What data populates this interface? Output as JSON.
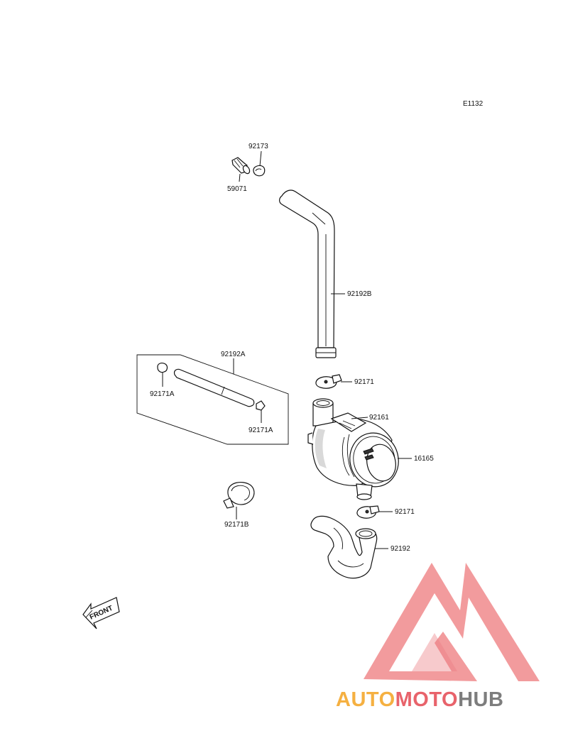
{
  "diagram_code": "E1132",
  "parts": {
    "p92173": "92173",
    "p59071": "59071",
    "p92192B": "92192B",
    "p92192A": "92192A",
    "p92171_top": "92171",
    "p92171A_left": "92171A",
    "p92171A_right": "92171A",
    "p92161": "92161",
    "p16165": "16165",
    "p92171B": "92171B",
    "p92171_bottom": "92171",
    "p92192": "92192"
  },
  "front_arrow": "FRONT",
  "watermark": {
    "part1": "AUTO",
    "part2": "MOTO",
    "part3": "HUB",
    "color_orange": "#f5b041",
    "color_red": "#e8636b",
    "color_gray": "#7d7d7d"
  }
}
